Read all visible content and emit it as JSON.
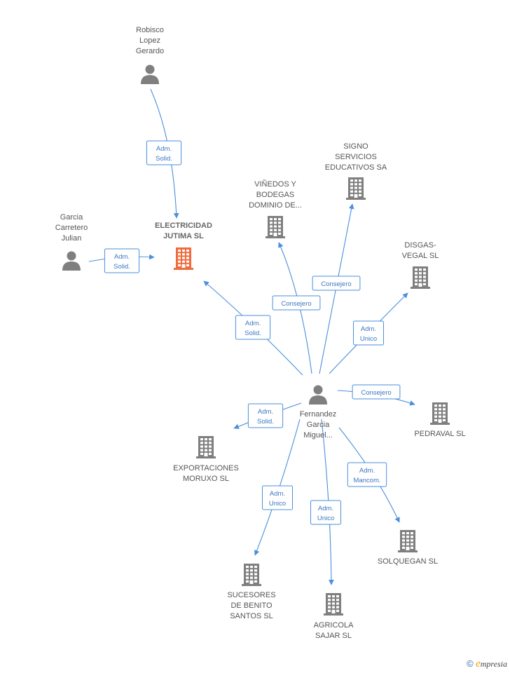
{
  "colors": {
    "accent": "#4a8fdc",
    "focus_company": "#f26a3b",
    "node": "#7f7f7f"
  },
  "nodes": [
    {
      "id": "robisco",
      "kind": "person",
      "lines": [
        "Robisco",
        "Lopez",
        "Gerardo"
      ]
    },
    {
      "id": "garcia",
      "kind": "person",
      "lines": [
        "Garcia",
        "Carretero",
        "Julian"
      ]
    },
    {
      "id": "electricidad",
      "kind": "company-focus",
      "lines": [
        "ELECTRICIDAD",
        "JUTIMA SL"
      ]
    },
    {
      "id": "vinedos",
      "kind": "company",
      "lines": [
        "VIÑEDOS Y",
        "BODEGAS",
        "DOMINIO DE..."
      ]
    },
    {
      "id": "signo",
      "kind": "company",
      "lines": [
        "SIGNO",
        "SERVICIOS",
        "EDUCATIVOS SA"
      ]
    },
    {
      "id": "disgas",
      "kind": "company",
      "lines": [
        "DISGAS-",
        "VEGAL  SL"
      ]
    },
    {
      "id": "fernandez",
      "kind": "person",
      "lines": [
        "Fernandez",
        "Garcia",
        "Miguel..."
      ]
    },
    {
      "id": "pedraval",
      "kind": "company",
      "lines": [
        "PEDRAVAL SL"
      ]
    },
    {
      "id": "exportaciones",
      "kind": "company",
      "lines": [
        "EXPORTACIONES",
        "MORUXO SL"
      ]
    },
    {
      "id": "solquegan",
      "kind": "company",
      "lines": [
        "SOLQUEGAN SL"
      ]
    },
    {
      "id": "sucesores",
      "kind": "company",
      "lines": [
        "SUCESORES",
        "DE BENITO",
        "SANTOS SL"
      ]
    },
    {
      "id": "agricola",
      "kind": "company",
      "lines": [
        "AGRICOLA",
        "SAJAR SL"
      ]
    }
  ],
  "edges": [
    {
      "id": "robisco-electricidad",
      "from": "robisco",
      "to": "electricidad",
      "label": [
        "Adm.",
        "Solid."
      ]
    },
    {
      "id": "garcia-electricidad",
      "from": "garcia",
      "to": "electricidad",
      "label": [
        "Adm.",
        "Solid."
      ]
    },
    {
      "id": "fernandez-electricidad",
      "from": "fernandez",
      "to": "electricidad",
      "label": [
        "Adm.",
        "Solid."
      ]
    },
    {
      "id": "fernandez-vinedos",
      "from": "fernandez",
      "to": "vinedos",
      "label": [
        "Consejero"
      ]
    },
    {
      "id": "fernandez-signo",
      "from": "fernandez",
      "to": "signo",
      "label": [
        "Consejero"
      ]
    },
    {
      "id": "fernandez-disgas",
      "from": "fernandez",
      "to": "disgas",
      "label": [
        "Adm.",
        "Unico"
      ]
    },
    {
      "id": "fernandez-pedraval",
      "from": "fernandez",
      "to": "pedraval",
      "label": [
        "Consejero"
      ]
    },
    {
      "id": "fernandez-exportaciones",
      "from": "fernandez",
      "to": "exportaciones",
      "label": [
        "Adm.",
        "Solid."
      ]
    },
    {
      "id": "fernandez-solquegan",
      "from": "fernandez",
      "to": "solquegan",
      "label": [
        "Adm.",
        "Mancom."
      ]
    },
    {
      "id": "fernandez-sucesores",
      "from": "fernandez",
      "to": "sucesores",
      "label": [
        "Adm.",
        "Unico"
      ]
    },
    {
      "id": "fernandez-agricola",
      "from": "fernandez",
      "to": "agricola",
      "label": [
        "Adm.",
        "Unico"
      ]
    }
  ],
  "brand": {
    "copyright": "©",
    "first_letter": "e",
    "rest": "mpresia"
  }
}
